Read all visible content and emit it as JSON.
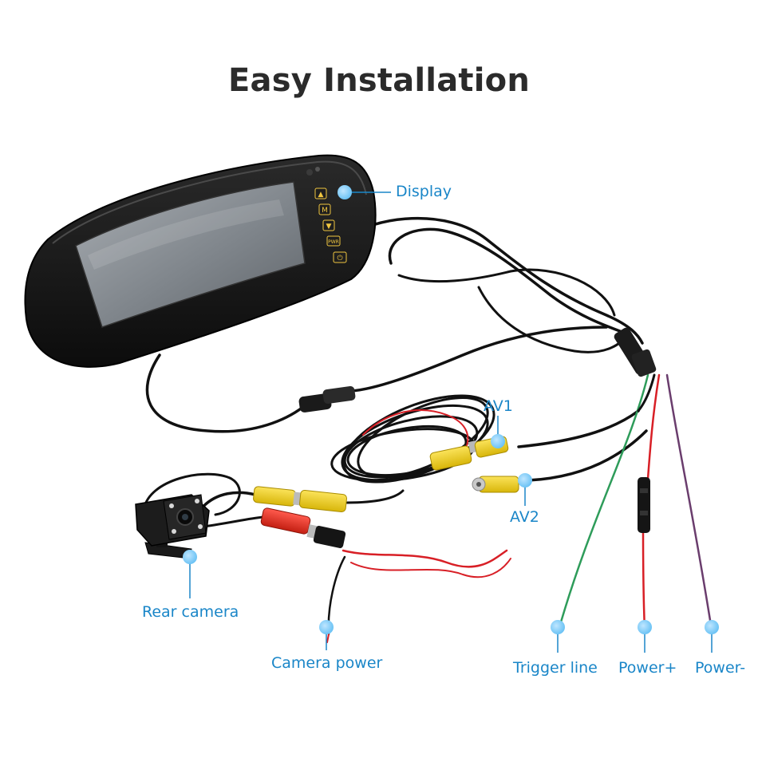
{
  "title": "Easy Installation",
  "labels": {
    "display": "Display",
    "av1": "AV1",
    "av2": "AV2",
    "rear_camera": "Rear camera",
    "camera_power": "Camera power",
    "trigger_line": "Trigger line",
    "power_plus": "Power+",
    "power_minus": "Power-"
  },
  "monitor_buttons": [
    "▲",
    "M",
    "▼",
    "PWR",
    "⏻"
  ],
  "colors": {
    "callout": "#1a86c8",
    "cable_black": "#111111",
    "rca_yellow": "#f2d21a",
    "wire_red": "#d81f26",
    "wire_green": "#2e9c5a",
    "wire_purple": "#6a3d6d"
  }
}
